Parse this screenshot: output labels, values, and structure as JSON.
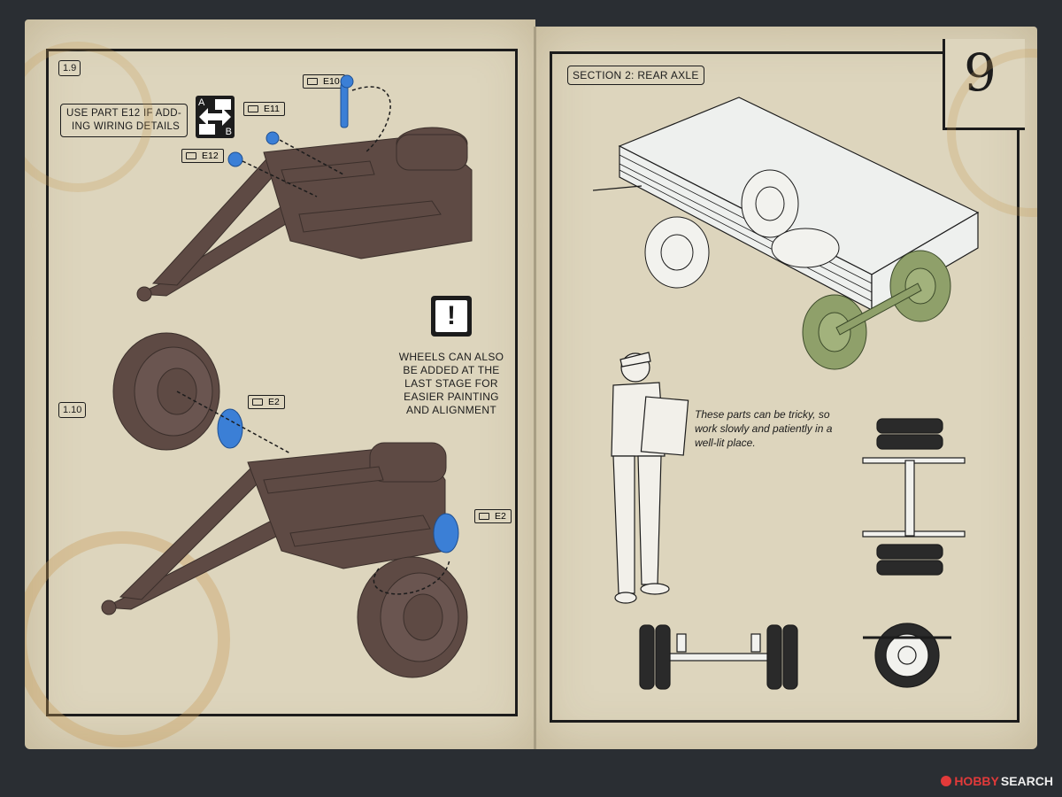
{
  "left_page": {
    "step_1_9": "1.9",
    "step_1_10": "1.10",
    "wiring_callout_line1": "USE PART E12 IF ADD-",
    "wiring_callout_line2": "ING WIRING DETAILS",
    "option_badge": {
      "a": "A",
      "b": "B"
    },
    "parts": {
      "e10": "E10",
      "e11": "E11",
      "e12": "E12",
      "e2_top": "E2",
      "e2_bottom": "E2"
    },
    "warning_symbol": "!",
    "warning_lines": [
      "WHEELS CAN ALSO",
      "BE ADDED AT THE",
      "LAST STAGE FOR",
      "EASIER PAINTING",
      "AND ALIGNMENT"
    ]
  },
  "right_page": {
    "section_title": "SECTION 2: REAR AXLE",
    "page_number": "9",
    "tip_lines": [
      "These parts can be tricky, so",
      "work slowly and patiently in a",
      "well-lit place."
    ]
  },
  "watermark": {
    "hobby": "HOBBY",
    "search": "SEARCH"
  },
  "colors": {
    "paper": "#ddd5bd",
    "frame": "#1c1c1c",
    "chassis": "#5e4a44",
    "new_parts": "#3b7fd6",
    "green_wheels": "#8fa06a",
    "background": "#2a2e33"
  }
}
